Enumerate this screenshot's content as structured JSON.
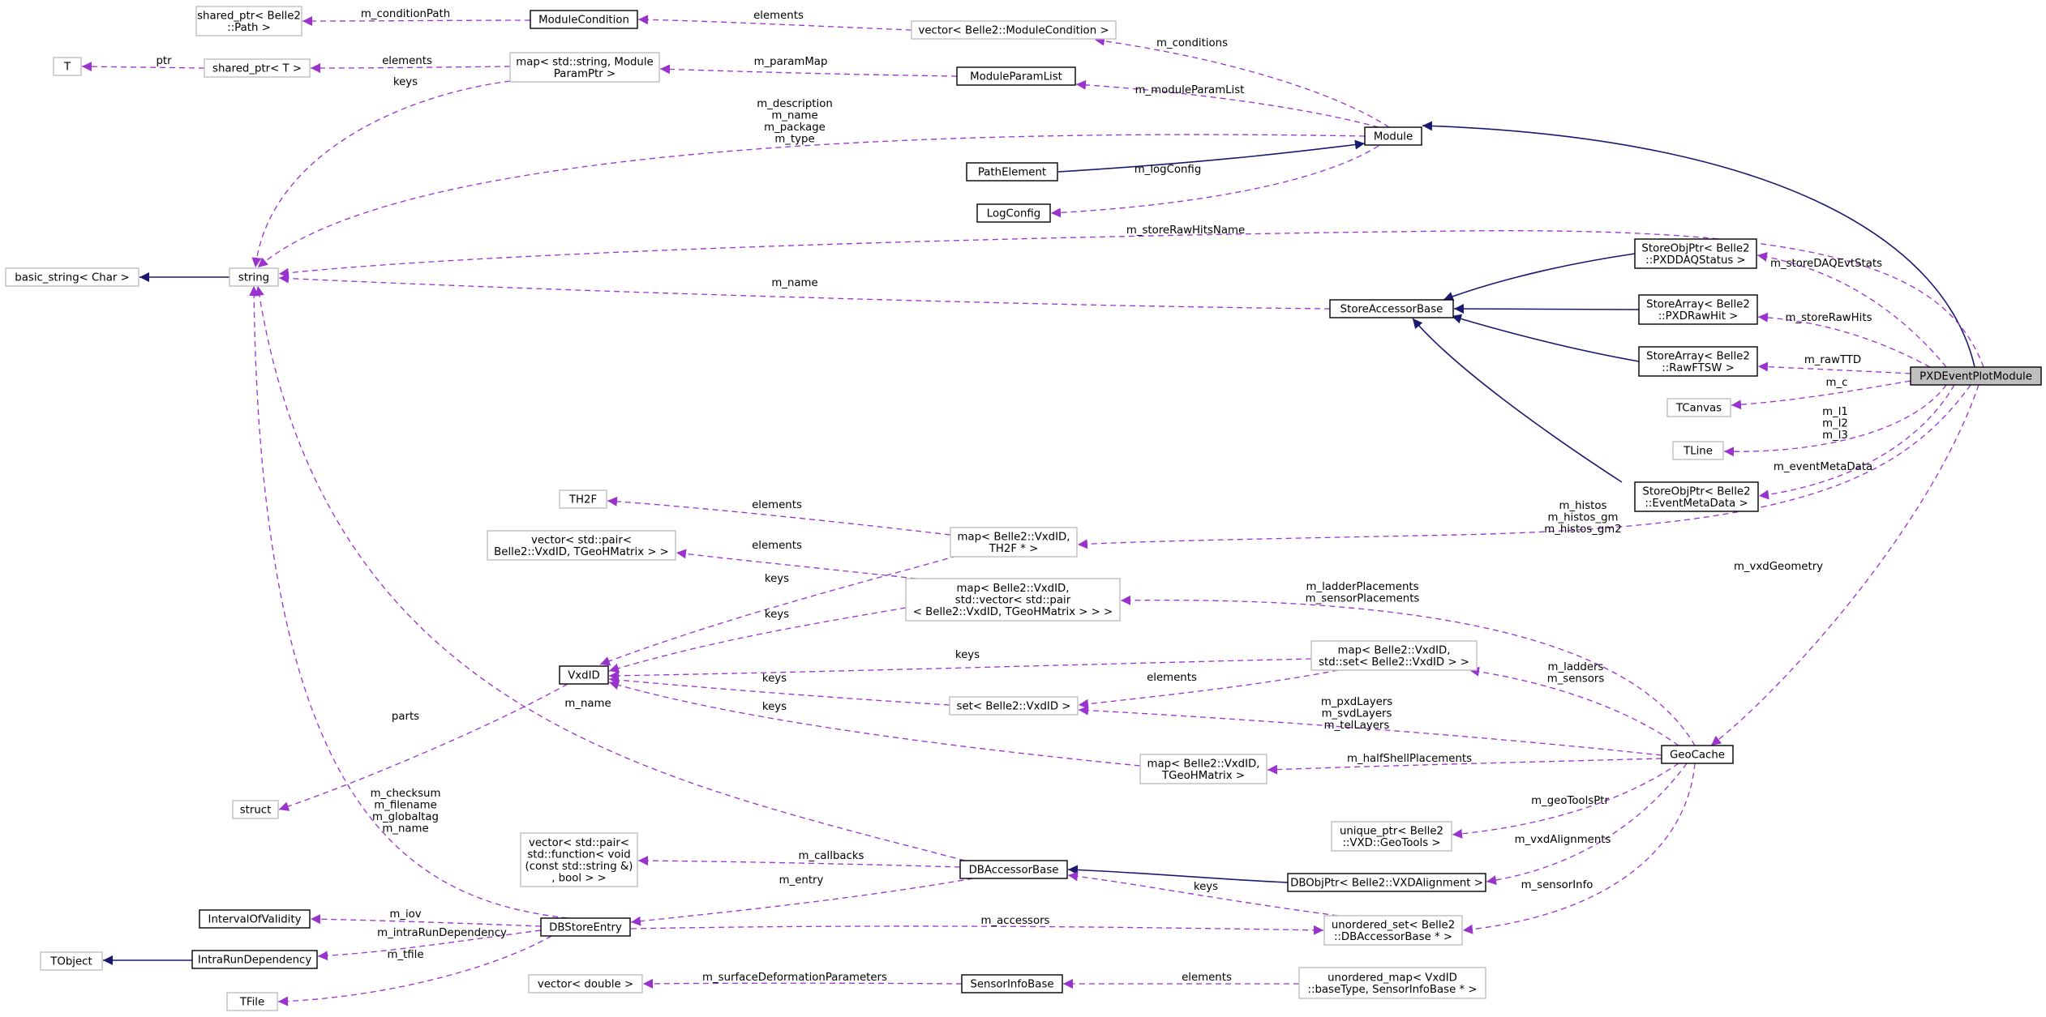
{
  "diagram": {
    "nodes": [
      {
        "id": "focus",
        "lines": [
          "PXDEventPlotModule"
        ]
      },
      {
        "id": "module",
        "lines": [
          "Module"
        ]
      },
      {
        "id": "modcond",
        "lines": [
          "ModuleCondition"
        ]
      },
      {
        "id": "sp_path",
        "lines": [
          "shared_ptr< Belle2",
          "::Path >"
        ]
      },
      {
        "id": "vec_modcond",
        "lines": [
          "vector< Belle2::ModuleCondition >"
        ]
      },
      {
        "id": "T",
        "lines": [
          "T"
        ]
      },
      {
        "id": "sp_T",
        "lines": [
          "shared_ptr< T >"
        ]
      },
      {
        "id": "map_param",
        "lines": [
          "map< std::string, Module",
          "ParamPtr >"
        ]
      },
      {
        "id": "modparamlist",
        "lines": [
          "ModuleParamList"
        ]
      },
      {
        "id": "pathelement",
        "lines": [
          "PathElement"
        ]
      },
      {
        "id": "logconfig",
        "lines": [
          "LogConfig"
        ]
      },
      {
        "id": "basic_string",
        "lines": [
          "basic_string< Char >"
        ]
      },
      {
        "id": "string",
        "lines": [
          "string"
        ]
      },
      {
        "id": "storeaccessor",
        "lines": [
          "StoreAccessorBase"
        ]
      },
      {
        "id": "sop_daq",
        "lines": [
          "StoreObjPtr< Belle2",
          "::PXDDAQStatus >"
        ]
      },
      {
        "id": "sa_raw",
        "lines": [
          "StoreArray< Belle2",
          "::PXDRawHit >"
        ]
      },
      {
        "id": "sa_ftsw",
        "lines": [
          "StoreArray< Belle2",
          "::RawFTSW >"
        ]
      },
      {
        "id": "tcanvas",
        "lines": [
          "TCanvas"
        ]
      },
      {
        "id": "tline",
        "lines": [
          "TLine"
        ]
      },
      {
        "id": "sop_evt",
        "lines": [
          "StoreObjPtr< Belle2",
          "::EventMetaData >"
        ]
      },
      {
        "id": "th2f",
        "lines": [
          "TH2F"
        ]
      },
      {
        "id": "vec_pair",
        "lines": [
          "vector< std::pair<",
          "Belle2::VxdID, TGeoHMatrix > >"
        ]
      },
      {
        "id": "map_th2f",
        "lines": [
          "map< Belle2::VxdID,",
          "TH2F * >"
        ]
      },
      {
        "id": "map_vecpair",
        "lines": [
          "map< Belle2::VxdID,",
          "std::vector< std::pair",
          "< Belle2::VxdID, TGeoHMatrix > > >"
        ]
      },
      {
        "id": "vxdid",
        "lines": [
          "VxdID"
        ]
      },
      {
        "id": "map_set",
        "lines": [
          "map< Belle2::VxdID,",
          "std::set< Belle2::VxdID > >"
        ]
      },
      {
        "id": "set_vxd",
        "lines": [
          "set< Belle2::VxdID >"
        ]
      },
      {
        "id": "geocache",
        "lines": [
          "GeoCache"
        ]
      },
      {
        "id": "map_mat",
        "lines": [
          "map< Belle2::VxdID,",
          "TGeoHMatrix >"
        ]
      },
      {
        "id": "struct",
        "lines": [
          "struct"
        ]
      },
      {
        "id": "unique_geo",
        "lines": [
          "unique_ptr< Belle2",
          "::VXD::GeoTools >"
        ]
      },
      {
        "id": "vec_func",
        "lines": [
          "vector< std::pair<",
          "std::function< void",
          "(const std::string &)",
          ", bool > >"
        ]
      },
      {
        "id": "dbaccessor",
        "lines": [
          "DBAccessorBase"
        ]
      },
      {
        "id": "dbobjptr",
        "lines": [
          "DBObjPtr< Belle2::VXDAlignment >"
        ]
      },
      {
        "id": "iov",
        "lines": [
          "IntervalOfValidity"
        ]
      },
      {
        "id": "dbstore",
        "lines": [
          "DBStoreEntry"
        ]
      },
      {
        "id": "unord_set",
        "lines": [
          "unordered_set< Belle2",
          "::DBAccessorBase * >"
        ]
      },
      {
        "id": "tobject",
        "lines": [
          "TObject"
        ]
      },
      {
        "id": "intrarun",
        "lines": [
          "IntraRunDependency"
        ]
      },
      {
        "id": "tfile",
        "lines": [
          "TFile"
        ]
      },
      {
        "id": "vec_double",
        "lines": [
          "vector< double >"
        ]
      },
      {
        "id": "sensorinfo",
        "lines": [
          "SensorInfoBase"
        ]
      },
      {
        "id": "unord_map",
        "lines": [
          "unordered_map< VxdID",
          "::baseType, SensorInfoBase * >"
        ]
      }
    ],
    "edges": [
      {
        "id": "e_focus_module",
        "label": []
      },
      {
        "id": "e_path_module",
        "label": []
      },
      {
        "id": "e_basic_string",
        "label": []
      },
      {
        "id": "e_daq_sab",
        "label": []
      },
      {
        "id": "e_raw_sab",
        "label": []
      },
      {
        "id": "e_ftsw_sab",
        "label": []
      },
      {
        "id": "e_evt_sab",
        "label": []
      },
      {
        "id": "e_dbobj_dba",
        "label": []
      },
      {
        "id": "e_tobject",
        "label": []
      },
      {
        "id": "e_condpath",
        "label": [
          "m_conditionPath"
        ]
      },
      {
        "id": "e_elements1",
        "label": [
          "elements"
        ]
      },
      {
        "id": "e_conditions",
        "label": [
          "m_conditions"
        ]
      },
      {
        "id": "e_ptr",
        "label": [
          "ptr"
        ]
      },
      {
        "id": "e_elements2",
        "label": [
          "elements"
        ]
      },
      {
        "id": "e_parammap",
        "label": [
          "m_paramMap"
        ]
      },
      {
        "id": "e_modparamlist",
        "label": [
          "m_moduleParamList"
        ]
      },
      {
        "id": "e_keys_param",
        "label": [
          "keys"
        ]
      },
      {
        "id": "e_logconfig",
        "label": [
          "m_logConfig"
        ]
      },
      {
        "id": "e_desc",
        "label": [
          "m_description",
          "m_name",
          "m_package",
          "m_type"
        ]
      },
      {
        "id": "e_rawhitsname",
        "label": [
          "m_storeRawHitsName"
        ]
      },
      {
        "id": "e_name_sab",
        "label": [
          "m_name"
        ]
      },
      {
        "id": "e_daqstats",
        "label": [
          "m_storeDAQEvtStats"
        ]
      },
      {
        "id": "e_rawhits",
        "label": [
          "m_storeRawHits"
        ]
      },
      {
        "id": "e_rawttd",
        "label": [
          "m_rawTTD"
        ]
      },
      {
        "id": "e_c",
        "label": [
          "m_c"
        ]
      },
      {
        "id": "e_lines",
        "label": [
          "m_l1",
          "m_l2",
          "m_l3"
        ]
      },
      {
        "id": "e_evtmeta",
        "label": [
          "m_eventMetaData"
        ]
      },
      {
        "id": "e_histos",
        "label": [
          "m_histos",
          "m_histos_gm",
          "m_histos_gm2"
        ]
      },
      {
        "id": "e_vxdgeom",
        "label": [
          "m_vxdGeometry"
        ]
      },
      {
        "id": "e_th2f",
        "label": [
          "elements"
        ]
      },
      {
        "id": "e_vecpair",
        "label": [
          "elements"
        ]
      },
      {
        "id": "e_keys_th2f",
        "label": [
          "keys"
        ]
      },
      {
        "id": "e_keys_vecpair",
        "label": [
          "keys"
        ]
      },
      {
        "id": "e_ladderplace",
        "label": [
          "m_ladderPlacements",
          "m_sensorPlacements"
        ]
      },
      {
        "id": "e_keys_mapset",
        "label": [
          "keys"
        ]
      },
      {
        "id": "e_elem_set",
        "label": [
          "elements"
        ]
      },
      {
        "id": "e_keys_set",
        "label": [
          "keys"
        ]
      },
      {
        "id": "e_ladders",
        "label": [
          "m_ladders",
          "m_sensors"
        ]
      },
      {
        "id": "e_layers",
        "label": [
          "m_pxdLayers",
          "m_svdLayers",
          "m_telLayers"
        ]
      },
      {
        "id": "e_keys_mapmat",
        "label": [
          "keys"
        ]
      },
      {
        "id": "e_halfshell",
        "label": [
          "m_halfShellPlacements"
        ]
      },
      {
        "id": "e_parts",
        "label": [
          "parts"
        ]
      },
      {
        "id": "e_geotools",
        "label": [
          "m_geoToolsPtr"
        ]
      },
      {
        "id": "e_vxdalign",
        "label": [
          "m_vxdAlignments"
        ]
      },
      {
        "id": "e_sensorinfo",
        "label": [
          "m_sensorInfo"
        ]
      },
      {
        "id": "e_name_dba",
        "label": [
          "m_name"
        ]
      },
      {
        "id": "e_checksum",
        "label": [
          "m_checksum",
          "m_filename",
          "m_globaltag",
          "m_name"
        ]
      },
      {
        "id": "e_callbacks",
        "label": [
          "m_callbacks"
        ]
      },
      {
        "id": "e_entry",
        "label": [
          "m_entry"
        ]
      },
      {
        "id": "e_keys_unord",
        "label": [
          "keys"
        ]
      },
      {
        "id": "e_iov",
        "label": [
          "m_iov"
        ]
      },
      {
        "id": "e_intrarun",
        "label": [
          "m_intraRunDependency"
        ]
      },
      {
        "id": "e_accessors",
        "label": [
          "m_accessors"
        ]
      },
      {
        "id": "e_tfile",
        "label": [
          "m_tfile"
        ]
      },
      {
        "id": "e_surface",
        "label": [
          "m_surfaceDeformationParameters"
        ]
      },
      {
        "id": "e_unordmap",
        "label": [
          "elements"
        ]
      }
    ]
  }
}
